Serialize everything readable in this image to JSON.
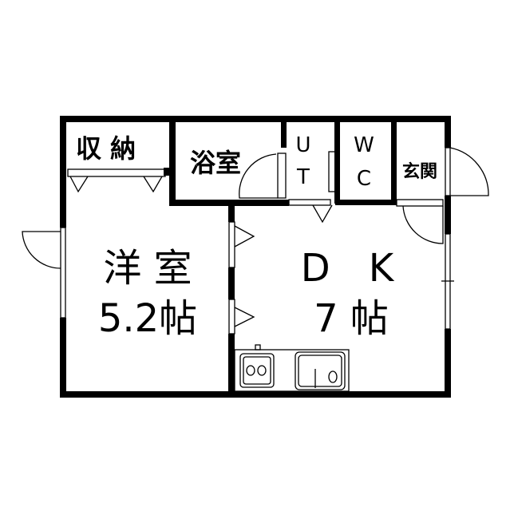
{
  "rooms": {
    "storage": "収 納",
    "bath": "浴室",
    "ut_u": "U",
    "ut_t": "T",
    "wc_w": "W",
    "wc_c": "C",
    "entrance": "玄関",
    "western_name": "洋 室",
    "western_size": "5.2帖",
    "dk_name": "D　K",
    "dk_size": "7 帖"
  },
  "colors": {
    "wall": "#000000",
    "background": "#ffffff"
  }
}
